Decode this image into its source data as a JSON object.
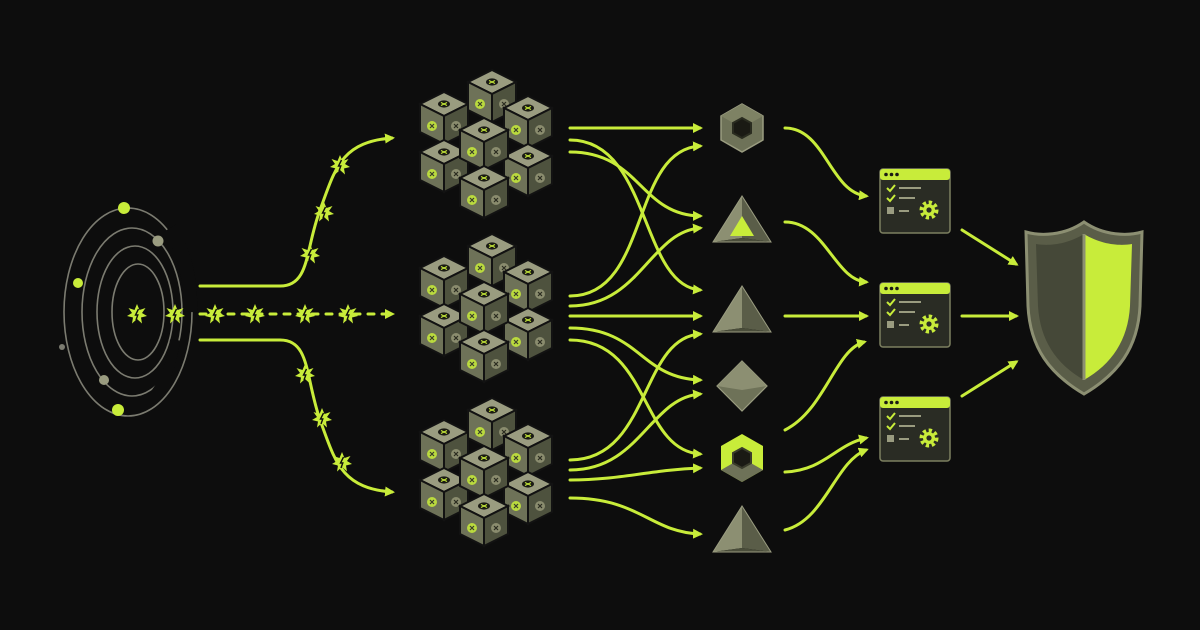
{
  "colors": {
    "background": "#0d0d0d",
    "accent": "#c8ec3a",
    "cube_top": "#9a9c80",
    "cube_left": "#6e7258",
    "cube_right": "#4e523e",
    "panel": "#2a2c24",
    "panel_border": "#7d8060",
    "shield_dark": "#454838",
    "shield_rim": "#8c8f72",
    "ring": "#7b7b70"
  },
  "icons": {
    "source": "radar-orbit-icon",
    "particle": "spark-burst-icon",
    "cluster": "cube-cluster-icon",
    "hexagon": "hexagon-node-icon",
    "pyramid": "pyramid-node-icon",
    "diamond": "diamond-node-icon",
    "panel": "checklist-gear-panel-icon",
    "shield": "shield-icon"
  },
  "stages": {
    "source": 1,
    "clusters": 3,
    "nodes": 6,
    "panels": 3,
    "shield": 1
  }
}
